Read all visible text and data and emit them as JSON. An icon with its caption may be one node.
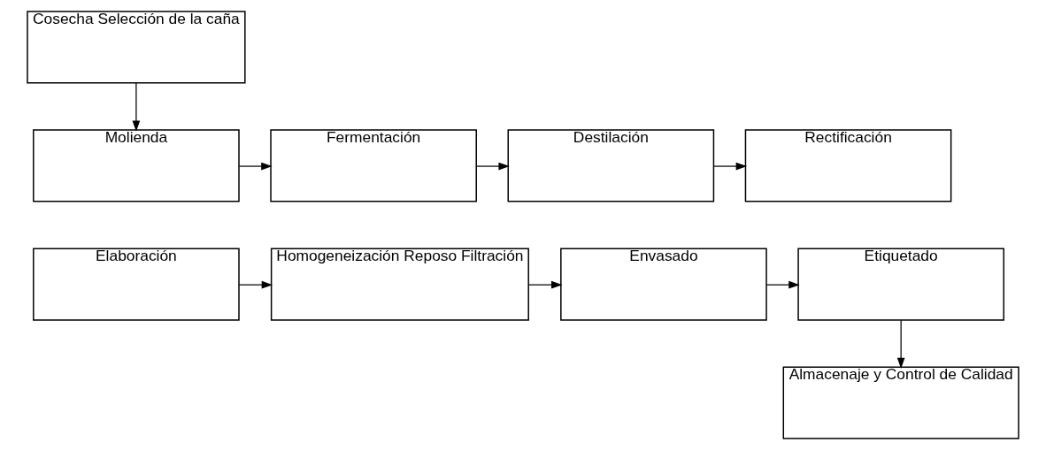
{
  "diagram": {
    "nodes": [
      {
        "text": [
          "Cosecha Selección de la caña"
        ]
      },
      {
        "text": [
          "Molienda"
        ]
      },
      {
        "text": [
          "Fermentación"
        ]
      },
      {
        "text": [
          "Destilación"
        ]
      },
      {
        "text": [
          "Rectificación"
        ]
      },
      {
        "text": [
          "Elaboración"
        ]
      },
      {
        "text": [
          "Homogeneización Reposo Filtración"
        ]
      },
      {
        "text": [
          "Envasado"
        ]
      },
      {
        "text": [
          "Etiquetado"
        ]
      },
      {
        "text": [
          "Almacenaje y Control de Calidad"
        ]
      }
    ],
    "edges": [
      {
        "from": 0,
        "to": 1,
        "arrow": "to"
      },
      {
        "from": 1,
        "to": 2,
        "arrow": "to"
      },
      {
        "from": 2,
        "to": 3,
        "arrow": "to"
      },
      {
        "from": 3,
        "to": 4,
        "arrow": "to"
      },
      {
        "from": 5,
        "to": 6,
        "arrow": "to"
      },
      {
        "from": 6,
        "to": 7,
        "arrow": "to"
      },
      {
        "from": 7,
        "to": 8,
        "arrow": "to"
      },
      {
        "from": 8,
        "to": 9,
        "arrow": "to"
      }
    ]
  }
}
